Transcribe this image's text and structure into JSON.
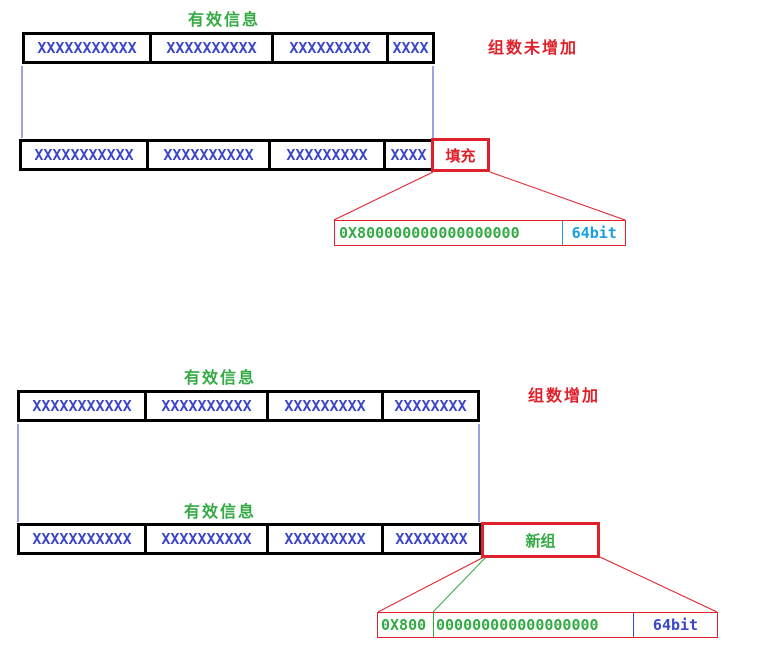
{
  "top": {
    "title": "有效信息",
    "note": "组数未增加",
    "row1": [
      "XXXXXXXXXXX",
      "XXXXXXXXXX",
      "XXXXXXXXX",
      "XXXX"
    ],
    "row2": [
      "XXXXXXXXXXX",
      "XXXXXXXXXX",
      "XXXXXXXXX",
      "XXXX"
    ],
    "pad_label": "填充",
    "bits_value": "0X800000000000000000",
    "bits_size": "64bit"
  },
  "bottom": {
    "title1": "有效信息",
    "note": "组数增加",
    "row1": [
      "XXXXXXXXXXX",
      "XXXXXXXXXX",
      "XXXXXXXXX",
      "XXXXXXXX"
    ],
    "title2": "有效信息",
    "row2": [
      "XXXXXXXXXXX",
      "XXXXXXXXXX",
      "XXXXXXXXX",
      "XXXXXXXX"
    ],
    "new_group_label": "新组",
    "bits_prefix": "0X800",
    "bits_rest": "000000000000000000",
    "bits_size": "64bit"
  },
  "colors": {
    "red": "#e0202a",
    "green": "#33aa44",
    "blue": "#3b46c8",
    "cyan": "#19a0e0"
  }
}
